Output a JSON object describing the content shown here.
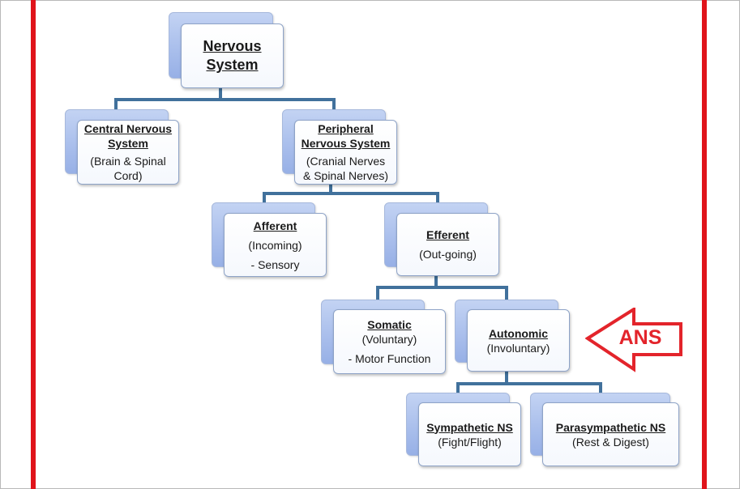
{
  "nodes": {
    "nervous_system": {
      "title_line1": "Nervous",
      "title_line2": "System"
    },
    "cns": {
      "title_line1": "Central Nervous",
      "title_line2": "System",
      "sub_line1": "(Brain & Spinal",
      "sub_line2": "Cord)"
    },
    "pns": {
      "title_line1": "Peripheral",
      "title_line2": "Nervous System",
      "sub_line1": "(Cranial Nerves",
      "sub_line2": "& Spinal Nerves)"
    },
    "afferent": {
      "title": "Afferent",
      "sub_line1": "(Incoming)",
      "sub_line2": "- Sensory"
    },
    "efferent": {
      "title": "Efferent",
      "sub_line1": "(Out-going)"
    },
    "somatic": {
      "title": "Somatic",
      "sub_line1": "(Voluntary)",
      "sub_line2": "- Motor Function"
    },
    "autonomic": {
      "title": "Autonomic",
      "sub_line1": "(Involuntary)"
    },
    "sympathetic": {
      "title": "Sympathetic NS",
      "sub_line1": "(Fight/Flight)"
    },
    "parasympathetic": {
      "title": "Parasympathetic NS",
      "sub_line1": "(Rest & Digest)"
    }
  },
  "callout": {
    "label": "ANS"
  },
  "colors": {
    "connector": "#41719c",
    "border_red": "#e0141b",
    "callout_red": "#e3242b",
    "box_back": "#aabfec"
  }
}
